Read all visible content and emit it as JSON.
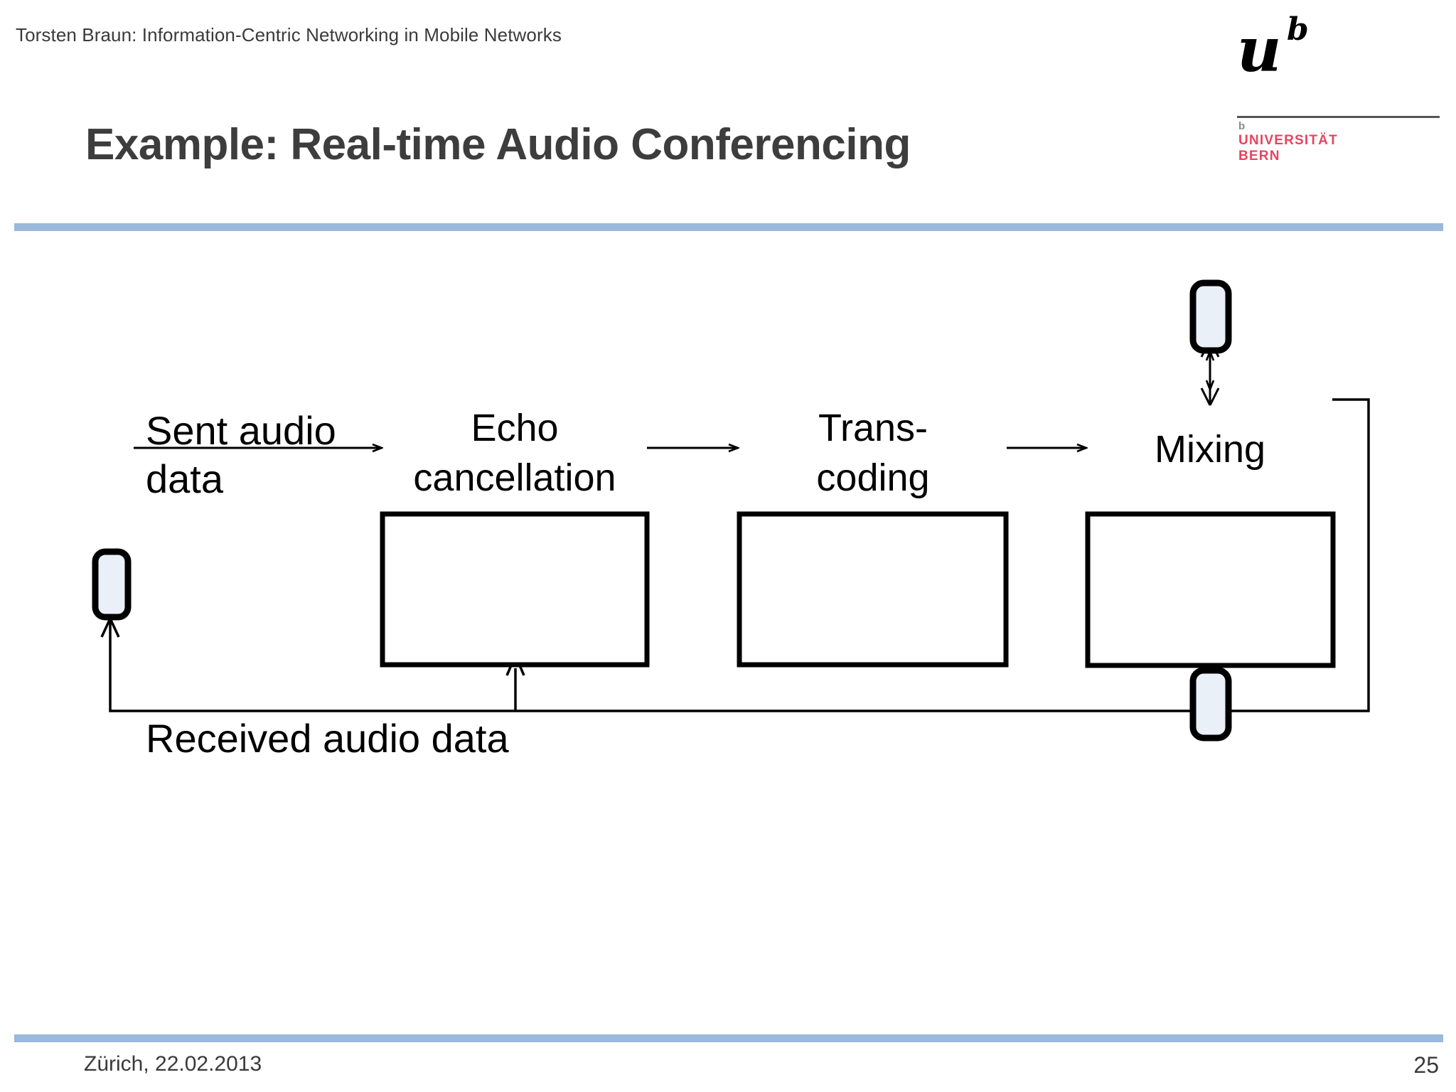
{
  "slide": {
    "header": "Torsten Braun: Information-Centric Networking in Mobile Networks",
    "title": "Example: Real-time Audio Conferencing",
    "footer_date": "Zürich, 22.02.2013",
    "page_number": "25",
    "accent_rule_color": "#9bb8dd"
  },
  "logo": {
    "mark_u": "u",
    "mark_b": "b",
    "small_b": "b",
    "university_line1": "UNIVERSITÄT",
    "university_line2": "BERN",
    "brand_color": "#e8445f",
    "rule_color": "#555555"
  },
  "diagram": {
    "type": "block-flow",
    "node_fill": "#eaf0f8",
    "node_stroke": "#000000",
    "process_boxes": [
      {
        "id": "echo",
        "label_line1": "Echo",
        "label_line2": "cancellation"
      },
      {
        "id": "transcoding",
        "label_line1": "Trans-",
        "label_line2": "coding"
      },
      {
        "id": "mixing",
        "label_line1": "Mixing",
        "label_line2": ""
      }
    ],
    "terminals": [
      {
        "id": "local-device",
        "position": "left"
      },
      {
        "id": "remote-device-top",
        "position": "top-right"
      },
      {
        "id": "remote-device-bottom",
        "position": "bottom-right"
      }
    ],
    "edge_labels": {
      "sent_line1": "Sent audio",
      "sent_line2": "data",
      "received": "Received audio data"
    }
  }
}
